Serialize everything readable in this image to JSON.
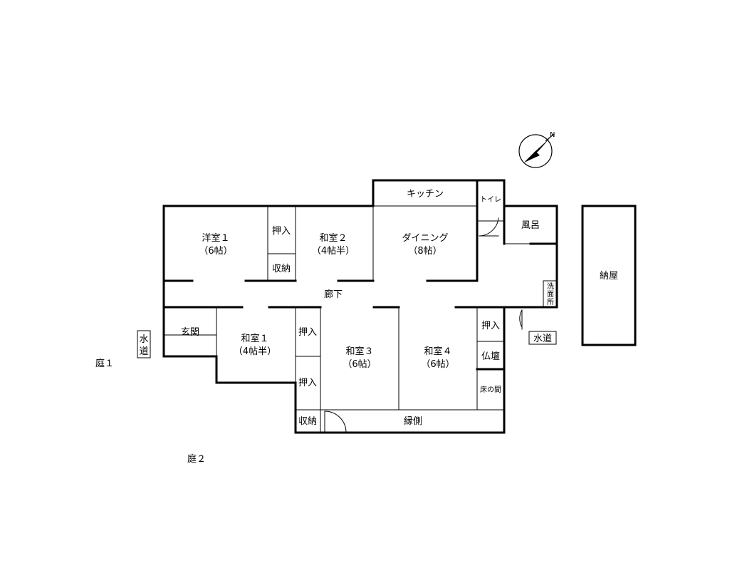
{
  "rooms": {
    "youshitsu1": "洋室１",
    "youshitsu1_size": "（6帖）",
    "oshiire_top": "押入",
    "shuunou_top": "収納",
    "washitsu2": "和室２",
    "washitsu2_size": "（4帖半）",
    "kitchen": "キッチン",
    "dining": "ダイニング",
    "dining_size": "（8帖）",
    "toilet": "トイレ",
    "furo": "風呂",
    "senmenjo": [
      "洗",
      "面",
      "所"
    ],
    "rouka": "廊下",
    "genkan": "玄関",
    "washitsu1": "和室１",
    "washitsu1_size": "（4帖半）",
    "oshiire_mid1": "押入",
    "oshiire_mid2": "押入",
    "shuunou_bottom": "収納",
    "washitsu3": "和室３",
    "washitsu3_size": "（6帖）",
    "washitsu4": "和室４",
    "washitsu4_size": "（6帖）",
    "oshiire_right": "押入",
    "butsudan": "仏壇",
    "tokonoma": "床の間",
    "engawa": "縁側",
    "naya": "納屋"
  },
  "outside": {
    "suidou_left": [
      "水",
      "道"
    ],
    "suidou_right": "水道",
    "niwa1": "庭１",
    "niwa2": "庭２"
  },
  "compass": {
    "icon": "north-arrow-icon"
  }
}
